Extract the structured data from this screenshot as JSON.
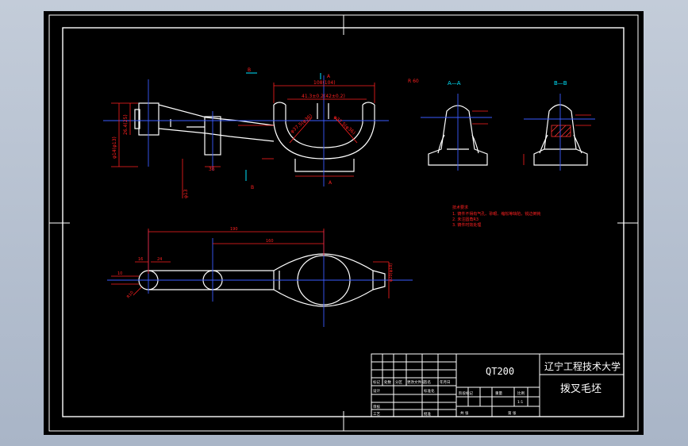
{
  "drawing": {
    "material": "QT200",
    "university": "辽宁工程技术大学",
    "part_name": "拨叉毛坯",
    "sheet_info": "1:1"
  },
  "title_block": {
    "row_labels": [
      "标记",
      "处数",
      "分区",
      "更改文件号",
      "签名",
      "年月日"
    ],
    "designer_label": "设计",
    "standard_label": "标准化",
    "stage_label": "阶段标记",
    "weight_label": "重量",
    "scale_label": "比例",
    "review_label": "审核",
    "process_label": "工艺",
    "approve_label": "批准",
    "sheets_label": "共 张",
    "sheet_no_label": "第 张"
  },
  "views": {
    "section_a": "A—A",
    "section_b": "B—B",
    "marker_a": "A",
    "marker_b": "B",
    "note_ref": "R 60"
  },
  "dimensions": {
    "d1": "108(104)",
    "d2": "41.3±0.2(42±0.2)",
    "d3": "φ37.5(φ36)",
    "d4": "φ37.5(φ36)",
    "d5": "26.4(25)",
    "d6": "φ14(φ13)",
    "d7": "φ13",
    "d8": "36",
    "d9": "160",
    "d10": "190",
    "d11": "16",
    "d12": "24",
    "d13": "R10",
    "d14": "10",
    "d15": "φ20(φ18)"
  },
  "notes": {
    "title": "技术要求",
    "line1": "1. 铸件不得有气孔、砂眼、缩松等缺陷，锐边倒钝",
    "line2": "2. 未注圆角R3",
    "line3": "3. 铸件时效处理"
  },
  "colors": {
    "canvas": "#000000",
    "frame": "#ffffff",
    "dimension": "#ff2020",
    "centerline": "#3a5bff",
    "section": "#00e5ff",
    "hatch": "#ff3030"
  }
}
